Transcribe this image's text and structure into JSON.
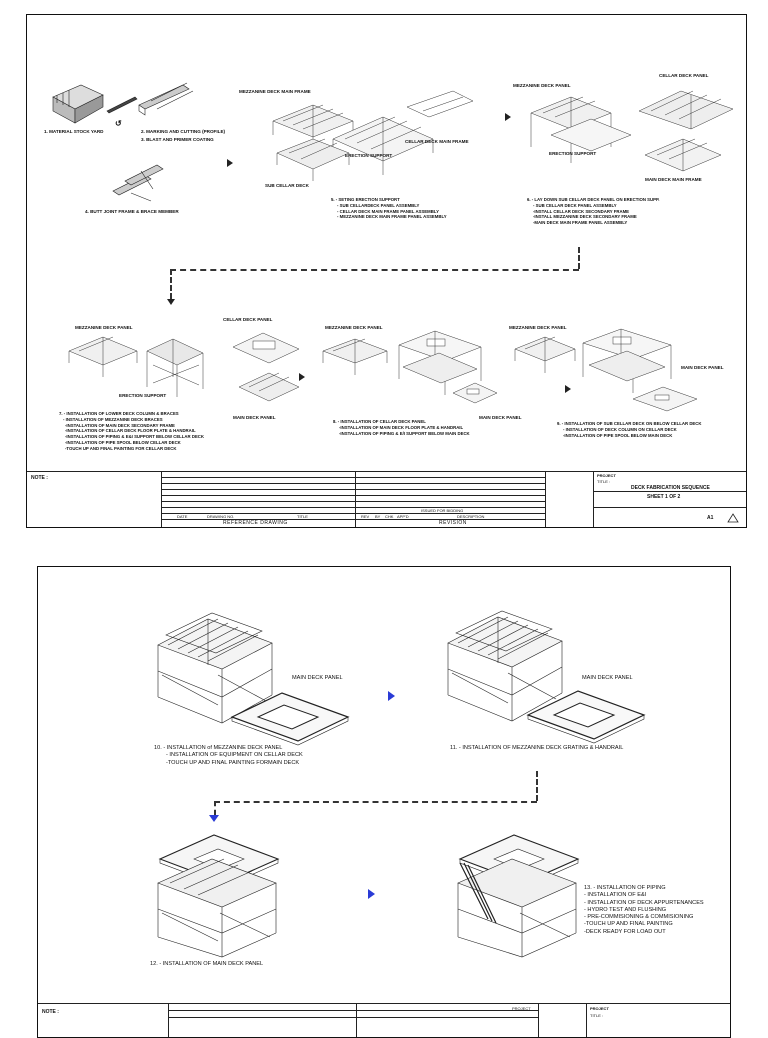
{
  "sheet1": {
    "labels": {
      "mezz_main_frame": "MEZZANINE DECK MAIN FRAME",
      "erection_support_top": "ERECTION SUPPORT",
      "cellar_deck_main_frame": "CELLAR DECK MAIN FRAME",
      "sub_cellar_deck": "SUB CELLAR DECK",
      "mezz_panel_top": "MEZZANINE DECK PANEL",
      "cellar_panel_top": "CELLAR DECK PANEL",
      "erection_support_top2": "ERECTION SUPPORT",
      "main_deck_main_frame": "MAIN DECK MAIN FRAME",
      "mezz_panel_r2a": "MEZZANINE DECK PANEL",
      "cellar_panel_r2a": "CELLAR DECK PANEL",
      "erection_support_r2": "ERECTION SUPPORT",
      "main_panel_r2a": "MAIN DECK PANEL",
      "mezz_panel_r2b": "MEZZANINE DECK PANEL",
      "main_panel_r2b": "MAIN DECK PANEL",
      "mezz_panel_r2c": "MEZZANINE DECK PANEL",
      "main_panel_r2c": "MAIN DECK PANEL"
    },
    "steps": {
      "s1": "1. MATERIAL STOCK YARD",
      "s2": "2. MARKING AND CUTTING (PROFILE)",
      "s3": "3. BLAST AND PRIMER COATING",
      "s4": "4. BUTT JOINT FRAME & BRACE MEMBER",
      "s5": [
        "5. - SETING ERECTION SUPPORT",
        "- SUB CELLARDECK PANEL ASSEMBLY",
        "- CELLAR DECK MAIN FRAME PANEL ASSEMBLY",
        "- MEZZANINE DECK MAIN FRAME PANEL ASSEMBLY"
      ],
      "s6": [
        "6. - LAY DOWN SUB CELLAR DECK PANEL ON ERECTION SUPP.",
        "- SUB CELLAR DECK PANEL ASSEMBLY",
        "-INSTALL CELLAR DECK SECONDARY FRAME",
        "-INSTALL MEZZANINE DECK SECONDARY FRAME",
        "-MAIN DECK MAIN FRAME PANEL ASSEMBLY"
      ],
      "s7": [
        "7. - INSTALLATION OF LOWER DECK COLUMN & BRACES",
        "- INSTALLATION OF MEZZANINE DECK BRACES",
        "-INSTALLATION OF MAIN DECK SECONDARY FRAME",
        "-INSTALLATION OF CELLAR DECK FLOOR PLATE & HANDRAIL",
        "-INSTALLATION OF PIPING & E&I SUPPORT BELOW CELLAR DECK",
        "-INSTALLATION OF PIPE SPOOL BELOW CELLAR DECK",
        "-TOUCH UP AND FINAL PAINTING FOR CELLAR DECK"
      ],
      "s8": [
        "8. - INSTALLATION OF CELLAR DECK PANEL",
        "-INSTALLATION OF MAIN DECK FLOOR PLATE & HANDRAIL",
        "-INSTALLATION OF PIPING & E/I SUPPORT BELOW MAIN DECK"
      ],
      "s9": [
        "9. - INSTALLATION OF SUB CELLAR DECK ON BELOW CELLAR DECK",
        "- INSTALLATION OF DECK COLUMN ON CELLAR DECK",
        "-INSTALLATION OF PIPE SPOOL BELOW MAIN DECK"
      ]
    },
    "titleblock": {
      "note": "NOTE :",
      "reference_drawing": "REFERENCE DRAWING",
      "revision": "REVISION",
      "drawing_title": "DECK FABRICATION SEQUENCE",
      "sheet": "SHEET 1 OF 2",
      "project": "PROJECT",
      "title": "TITLE :",
      "col_date": "DATE",
      "col_drawing_no": "DRAWING NO.",
      "col_title": "TITLE",
      "rev_issued": "ISSUED FOR BIDDING",
      "col_rev": "REV",
      "col_by": "BY",
      "col_chk": "CHK",
      "col_app": "APP'D",
      "col_description": "DESCRIPTION",
      "size": "A1"
    }
  },
  "sheet2": {
    "labels": {
      "main_panel_a": "MAIN DECK PANEL",
      "main_panel_b": "MAIN DECK PANEL"
    },
    "steps": {
      "s10": [
        "10. - INSTALLATION of MEZZANINE DECK PANEL",
        "- INSTALLATION OF EQUIPMENT ON CELLAR DECK",
        "-TOUCH UP AND FINAL PAINTING FORMAIN DECK"
      ],
      "s11": "11. - INSTALLATION OF MEZZANINE DECK GRATING & HANDRAIL",
      "s12": "12. - INSTALLATION OF MAIN DECK PANEL",
      "s13": [
        "13. - INSTALLATION OF PIPING",
        "- INSTALLATION OF E&I",
        "- INSTALLATION OF DECK APPURTENANCES",
        "- HYDRO TEST AND FLUSHING",
        "- PRE-COMMISIONING & COMMISIONING",
        "-TOUCH UP AND FINAL PAINTING",
        "-DECK READY FOR LOAD OUT"
      ]
    },
    "titleblock": {
      "note": "NOTE :",
      "project": "PROJECT",
      "title": "TITLE :"
    }
  },
  "colors": {
    "line": "#222222",
    "accent_arrow": "#2a3bd6",
    "background": "#ffffff"
  }
}
